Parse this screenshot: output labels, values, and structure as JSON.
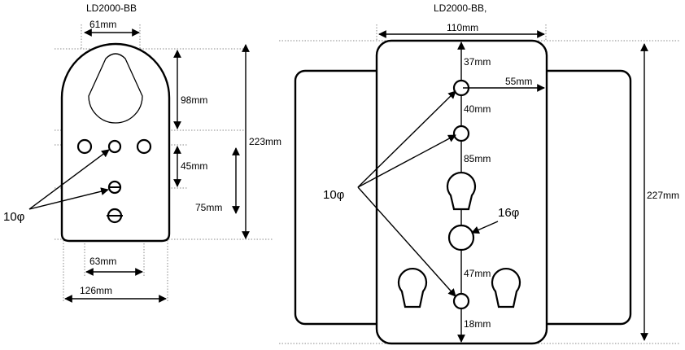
{
  "left_plate": {
    "title": "LD2000-BB",
    "dim_top_width": "61mm",
    "dim_keyhole": "98mm",
    "dim_hole_spacing": "45mm",
    "dim_lower": "75mm",
    "dim_total_height": "223mm",
    "dim_hole_width": "63mm",
    "dim_plate_width": "126mm",
    "hole_callout": "10φ"
  },
  "right_plate": {
    "title": "LD2000-BB,",
    "dim_width": "110mm",
    "dim_top": "37mm",
    "dim_offset": "55mm",
    "dim_spacing_1": "40mm",
    "dim_spacing_2": "85mm",
    "dim_spacing_3": "47mm",
    "dim_bottom": "18mm",
    "dim_total_height": "227mm",
    "hole_callout_small": "10φ",
    "hole_callout_large": "16φ"
  }
}
